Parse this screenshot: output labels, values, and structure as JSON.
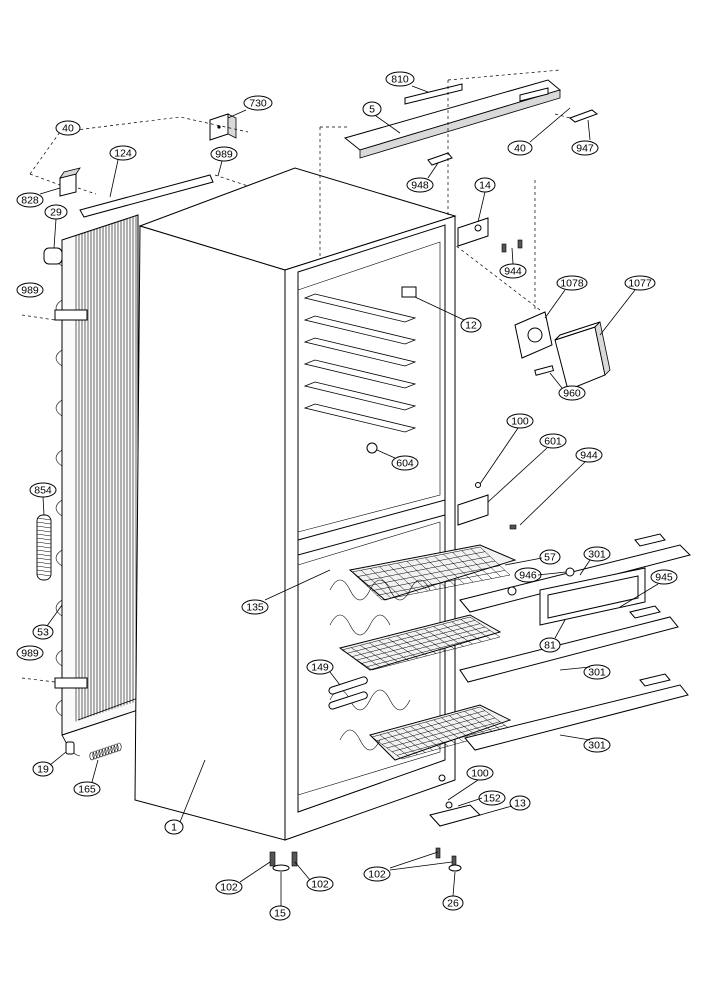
{
  "callouts": [
    {
      "id": "810",
      "label": "810"
    },
    {
      "id": "730",
      "label": "730"
    },
    {
      "id": "40a",
      "label": "40"
    },
    {
      "id": "5",
      "label": "5"
    },
    {
      "id": "124",
      "label": "124"
    },
    {
      "id": "989a",
      "label": "989"
    },
    {
      "id": "40b",
      "label": "40"
    },
    {
      "id": "947",
      "label": "947"
    },
    {
      "id": "828",
      "label": "828"
    },
    {
      "id": "948",
      "label": "948"
    },
    {
      "id": "14",
      "label": "14"
    },
    {
      "id": "29",
      "label": "29"
    },
    {
      "id": "944a",
      "label": "944"
    },
    {
      "id": "1078",
      "label": "1078"
    },
    {
      "id": "1077",
      "label": "1077"
    },
    {
      "id": "989b",
      "label": "989"
    },
    {
      "id": "12",
      "label": "12"
    },
    {
      "id": "960",
      "label": "960"
    },
    {
      "id": "100a",
      "label": "100"
    },
    {
      "id": "601",
      "label": "601"
    },
    {
      "id": "944b",
      "label": "944"
    },
    {
      "id": "604",
      "label": "604"
    },
    {
      "id": "854",
      "label": "854"
    },
    {
      "id": "57",
      "label": "57"
    },
    {
      "id": "301a",
      "label": "301"
    },
    {
      "id": "946",
      "label": "946"
    },
    {
      "id": "945",
      "label": "945"
    },
    {
      "id": "135",
      "label": "135"
    },
    {
      "id": "81",
      "label": "81"
    },
    {
      "id": "53",
      "label": "53"
    },
    {
      "id": "989c",
      "label": "989"
    },
    {
      "id": "149",
      "label": "149"
    },
    {
      "id": "301b",
      "label": "301"
    },
    {
      "id": "301c",
      "label": "301"
    },
    {
      "id": "19",
      "label": "19"
    },
    {
      "id": "165",
      "label": "165"
    },
    {
      "id": "100b",
      "label": "100"
    },
    {
      "id": "152",
      "label": "152"
    },
    {
      "id": "13",
      "label": "13"
    },
    {
      "id": "1",
      "label": "1"
    },
    {
      "id": "102a",
      "label": "102"
    },
    {
      "id": "102b",
      "label": "102"
    },
    {
      "id": "102c",
      "label": "102"
    },
    {
      "id": "15",
      "label": "15"
    },
    {
      "id": "26",
      "label": "26"
    }
  ]
}
